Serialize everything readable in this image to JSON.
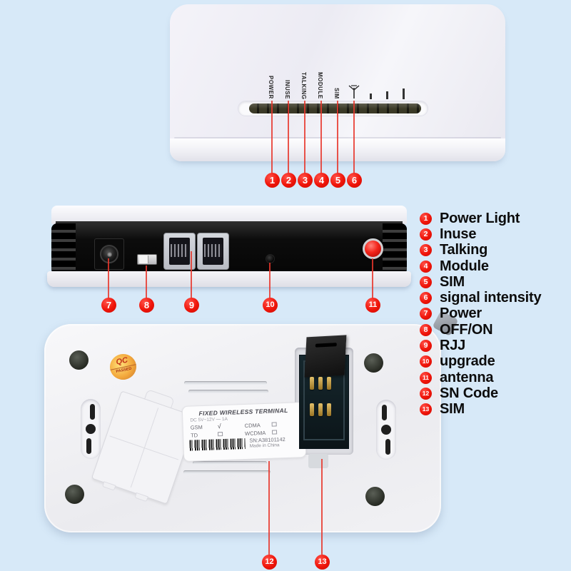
{
  "colors": {
    "background": "#d7e9f8",
    "accent_red": "#e8170e",
    "body_white": "#f2f1f6",
    "panel_black": "#161616"
  },
  "top_view": {
    "led_labels": [
      "POWER",
      "INUSE",
      "TALKING",
      "MODULE",
      "SIM"
    ],
    "callouts": [
      "1",
      "2",
      "3",
      "4",
      "5",
      "6"
    ]
  },
  "back_view": {
    "callouts": [
      "7",
      "8",
      "9",
      "10",
      "11"
    ]
  },
  "bottom_view": {
    "qc": {
      "top": "QC",
      "bottom": "PASSED"
    },
    "label": {
      "title": "FIXED WIRELESS TERMINAL",
      "power": "DC 5V~12V — 1A",
      "nets": [
        {
          "name": "GSM",
          "mark": "√"
        },
        {
          "name": "CDMA",
          "mark": ""
        },
        {
          "name": "TD",
          "mark": ""
        },
        {
          "name": "WCDMA",
          "mark": ""
        }
      ],
      "sn": "SN:A38101142",
      "made": "Made in China"
    },
    "callouts": [
      "12",
      "13"
    ]
  },
  "legend": {
    "items": [
      {
        "num": "1",
        "label": "Power Light"
      },
      {
        "num": "2",
        "label": "Inuse"
      },
      {
        "num": "3",
        "label": "Talking"
      },
      {
        "num": "4",
        "label": "Module"
      },
      {
        "num": "5",
        "label": "SIM"
      },
      {
        "num": "6",
        "label": "signal intensity"
      },
      {
        "num": "7",
        "label": "Power"
      },
      {
        "num": "8",
        "label": "OFF/ON"
      },
      {
        "num": "9",
        "label": "RJJ"
      },
      {
        "num": "10",
        "label": "upgrade"
      },
      {
        "num": "11",
        "label": "antenna"
      },
      {
        "num": "12",
        "label": "SN Code"
      },
      {
        "num": "13",
        "label": "SIM"
      }
    ]
  }
}
